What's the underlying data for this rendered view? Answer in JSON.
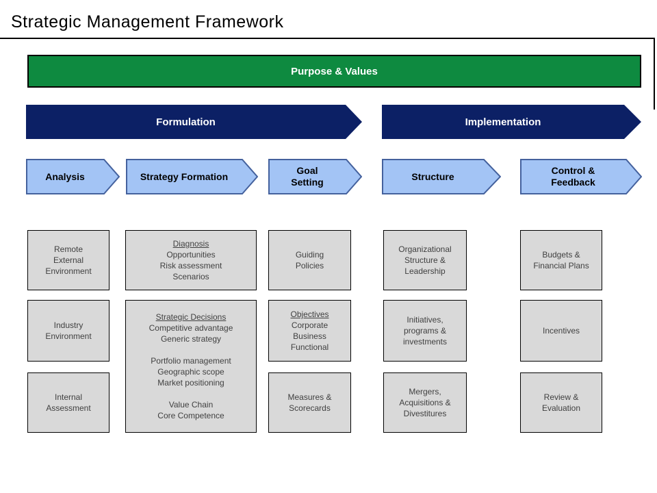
{
  "slide": {
    "title": "Strategic Management Framework"
  },
  "banner": {
    "label": "Purpose & Values"
  },
  "phases": [
    {
      "id": "formulation",
      "label": "Formulation"
    },
    {
      "id": "implementation",
      "label": "Implementation"
    }
  ],
  "steps": [
    {
      "id": "analysis",
      "label": "Analysis"
    },
    {
      "id": "strategy-formation",
      "label": "Strategy Formation"
    },
    {
      "id": "goal-setting",
      "label": "Goal\nSetting"
    },
    {
      "id": "structure",
      "label": "Structure"
    },
    {
      "id": "control-feedback",
      "label": "Control &\nFeedback"
    }
  ],
  "boxes": [
    {
      "id": "remote-external-environment",
      "lines": [
        "Remote",
        "External",
        "Environment"
      ]
    },
    {
      "id": "diagnosis",
      "lines": [
        "Diagnosis",
        "Opportunities",
        "Risk assessment",
        "Scenarios"
      ]
    },
    {
      "id": "guiding-policies",
      "lines": [
        "Guiding",
        "Policies"
      ]
    },
    {
      "id": "organizational-structure-leadership",
      "lines": [
        "Organizational",
        "Structure &",
        "Leadership"
      ]
    },
    {
      "id": "budgets-financial-plans",
      "lines": [
        "Budgets &",
        "Financial Plans"
      ]
    },
    {
      "id": "industry-environment",
      "lines": [
        "Industry",
        "Environment"
      ]
    },
    {
      "id": "strategic-decisions",
      "lines": [
        "Strategic Decisions",
        "Competitive advantage",
        "Generic strategy",
        "",
        "Portfolio management",
        "Geographic scope",
        "Market positioning",
        "",
        "Value Chain",
        "Core Competence"
      ]
    },
    {
      "id": "objectives",
      "lines": [
        "Objectives",
        "Corporate",
        "Business",
        "Functional"
      ]
    },
    {
      "id": "initiatives-programs-investments",
      "lines": [
        "Initiatives,",
        "programs &",
        "investments"
      ]
    },
    {
      "id": "incentives",
      "lines": [
        "Incentives"
      ]
    },
    {
      "id": "internal-assessment",
      "lines": [
        "Internal",
        "Assessment"
      ]
    },
    {
      "id": "measures-scorecards",
      "lines": [
        "Measures &",
        "Scorecards"
      ]
    },
    {
      "id": "mergers-acquisitions-divestitures",
      "lines": [
        "Mergers,",
        "Acquisitions &",
        "Divestitures"
      ]
    },
    {
      "id": "review-evaluation",
      "lines": [
        "Review &",
        "Evaluation"
      ]
    }
  ],
  "colors": {
    "banner_green": "#0E8A40",
    "phase_navy": "#0C2065",
    "step_blue_fill": "#A3C4F5",
    "step_blue_border": "#44619D",
    "box_gray_fill": "#D9D9D9",
    "box_border": "#000000",
    "box_text": "#404040"
  }
}
